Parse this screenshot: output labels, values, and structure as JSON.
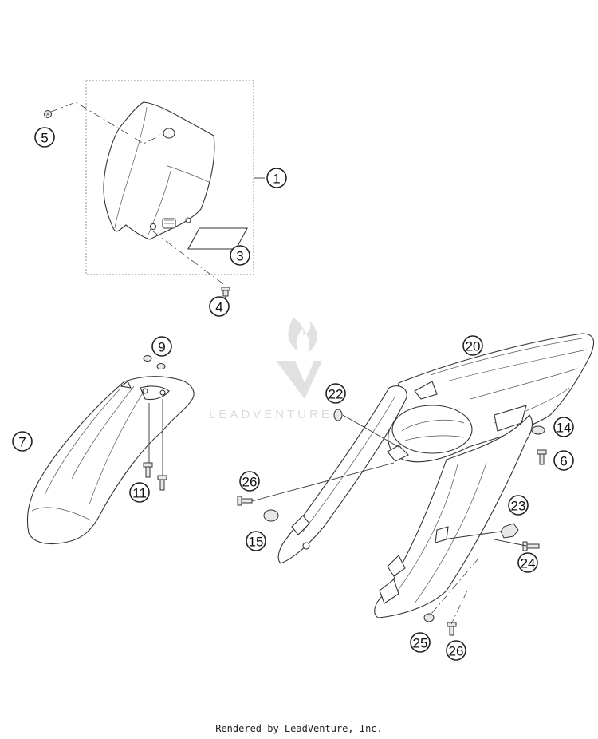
{
  "callouts": {
    "c1": "1",
    "c3": "3",
    "c4": "4",
    "c5": "5",
    "c7": "7",
    "c9": "9",
    "c11": "11",
    "c14": "14",
    "c6": "6",
    "c15": "15",
    "c20": "20",
    "c22": "22",
    "c23": "23",
    "c24": "24",
    "c25": "25",
    "c26a": "26",
    "c26b": "26"
  },
  "watermark": {
    "text": "LEADVENTURE"
  },
  "footer": {
    "credit": "Rendered by LeadVenture, Inc."
  }
}
